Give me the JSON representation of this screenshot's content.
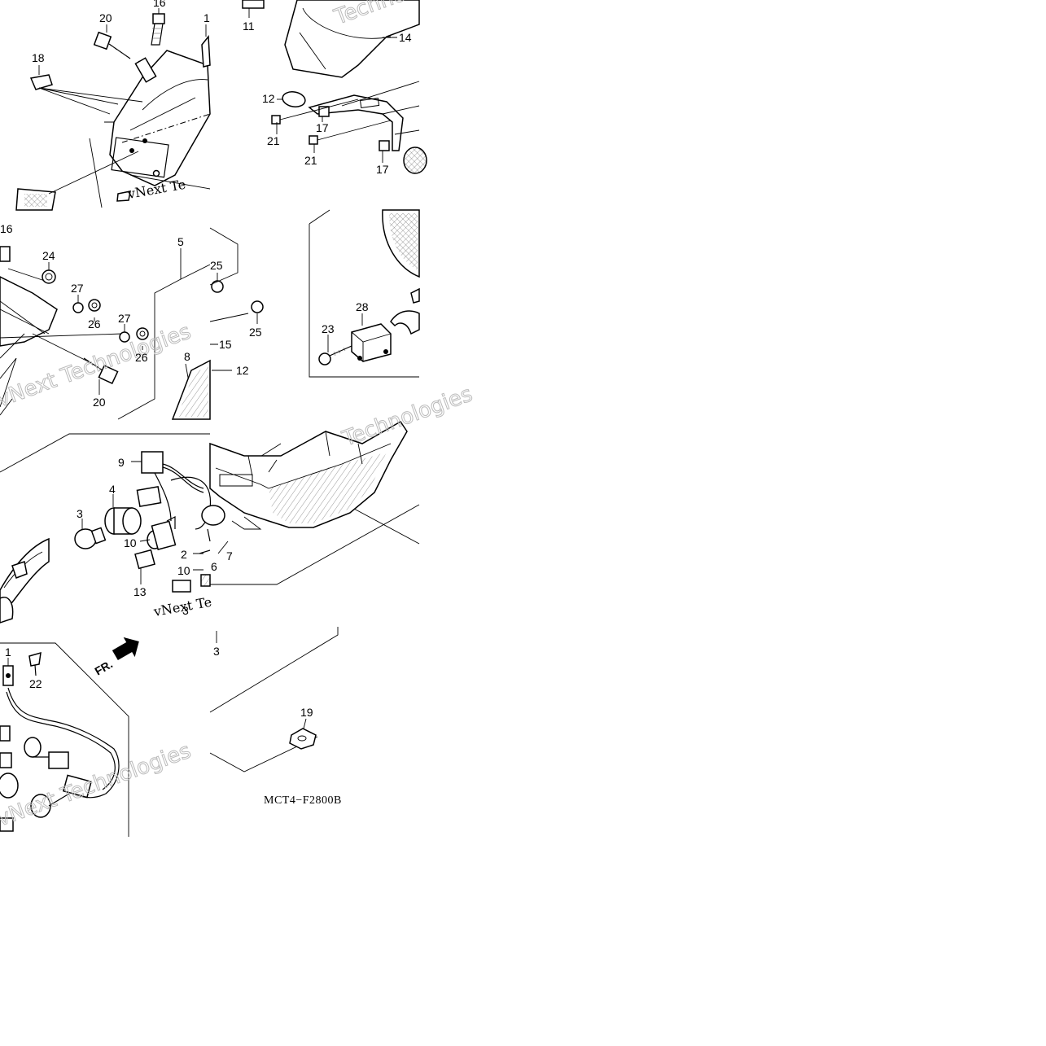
{
  "diagram_code": "MCT4−F2800B",
  "direction_mark": "FR.",
  "watermark": {
    "lines": [
      "vNext Technologies",
      "Technologies",
      "vNext Te"
    ]
  },
  "callouts": {
    "c1": "1",
    "c2": "2",
    "c3a": "3",
    "c3b": "3",
    "c3c": "3",
    "c4": "4",
    "c5": "5",
    "c6": "6",
    "c7": "7",
    "c8": "8",
    "c9": "9",
    "c10a": "10",
    "c10b": "10",
    "c11": "11",
    "c12a": "12",
    "c12b": "12",
    "c13": "13",
    "c14": "14",
    "c15": "15",
    "c16a": "16",
    "c16b": "16",
    "c17a": "17",
    "c17b": "17",
    "c18": "18",
    "c19": "19",
    "c20a": "20",
    "c20b": "20",
    "c21a": "21",
    "c21b": "21",
    "c22": "22",
    "c23": "23",
    "c24": "24",
    "c25a": "25",
    "c25b": "25",
    "c26a": "26",
    "c26b": "26",
    "c27a": "27",
    "c27b": "27",
    "c28": "28",
    "c1top": "1"
  }
}
